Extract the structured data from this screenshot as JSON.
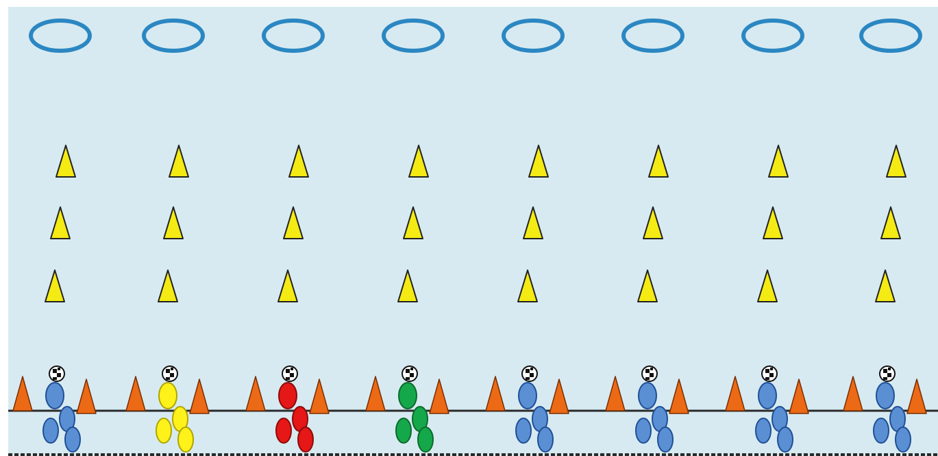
{
  "diagram": {
    "colors": {
      "field": "#d7eaf1",
      "hoop": "#2b87c2",
      "cone_yellow": "#f4ea14",
      "cone_orange": "#ec6a16",
      "outline": "#222222",
      "start_line": "#2a2a2a"
    },
    "lanes": [
      {
        "player_color": "#5b8fd4",
        "player_outline": "#1f4f95",
        "cones": 3
      },
      {
        "player_color": "#fff21a",
        "player_outline": "#b0a400",
        "cones": 3
      },
      {
        "player_color": "#e51717",
        "player_outline": "#8c0a0a",
        "cones": 3
      },
      {
        "player_color": "#15a84a",
        "player_outline": "#0b6a2b",
        "cones": 3
      },
      {
        "player_color": "#5b8fd4",
        "player_outline": "#1f4f95",
        "cones": 3
      },
      {
        "player_color": "#5b8fd4",
        "player_outline": "#1f4f95",
        "cones": 3
      },
      {
        "player_color": "#5b8fd4",
        "player_outline": "#1f4f95",
        "cones": 3
      },
      {
        "player_color": "#5b8fd4",
        "player_outline": "#1f4f95",
        "cones": 3
      }
    ],
    "icons": {
      "hoop": "hoop-icon",
      "target_cone": "cone-icon",
      "marker_cone": "marker-cone-icon",
      "player": "player-icon",
      "ball": "soccer-ball-icon"
    }
  }
}
